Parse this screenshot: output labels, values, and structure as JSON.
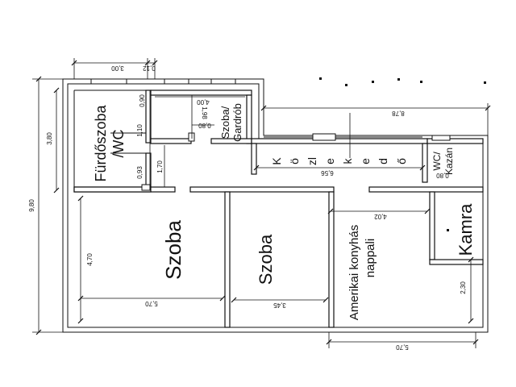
{
  "rooms": {
    "furdoszoba_line1": "Fürdőszoba",
    "furdoszoba_line2": "/WC",
    "szoba_gardrob_line1": "Szoba/",
    "szoba_gardrob_line2": "Gardrób",
    "kozlekedo_letters": [
      "K",
      "ö",
      "zl",
      "e",
      "k",
      "e",
      "d",
      "ő"
    ],
    "wc_kazan_line1": "WC/",
    "wc_kazan_line2": "Kazán",
    "szoba_1": "Szoba",
    "szoba_2": "Szoba",
    "amerikai_line1": "Amerikai konyhás",
    "amerikai_line2": "nappali",
    "kamra": "Kamra"
  },
  "dimensions": {
    "top_3_00": "3,00",
    "top_0_12": "0,12",
    "gardrob_4_00": "4,00",
    "gardrob_1_98": "1,98",
    "gardrob_0_80": "0,80",
    "bath_0_90": "0,90",
    "bath_1_10": "1,10",
    "bath_1_70": "1,70",
    "bath_0_93": "0,93",
    "left_3_80": "3,80",
    "left_9_80": "9,80",
    "right_8_78": "8,78",
    "corridor_6_56": "6,56",
    "wc_0_80": "0,80",
    "living_4_02": "4,02",
    "room1_4_70": "4,70",
    "room1_5_70": "5,70",
    "room2_3_45": "3,45",
    "living_2_30": "2,30",
    "bottom_5_70": "5,70"
  }
}
